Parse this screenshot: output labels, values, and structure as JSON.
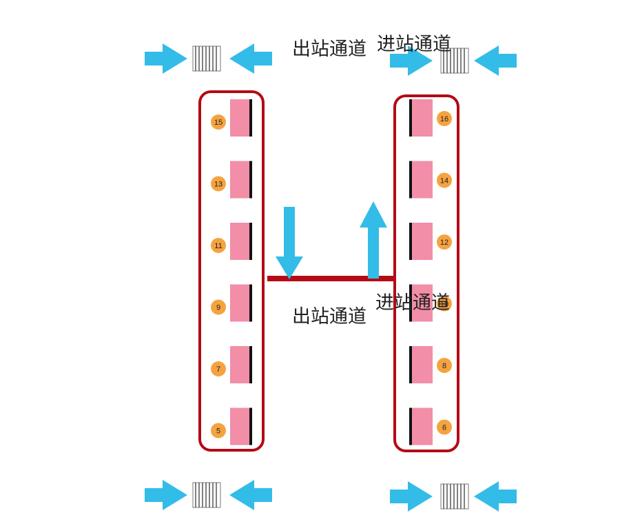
{
  "colors": {
    "arrow": "#33bce8",
    "frame": "#b40a16",
    "platform": "#f28ea7",
    "badge": "#f5a340",
    "gate": "#555555"
  },
  "labels": {
    "exit_top": "出站通道",
    "entry_top": "进站通道",
    "exit_mid": "出站通道",
    "entry_mid": "进站通道"
  },
  "left_platforms": [
    "15",
    "13",
    "11",
    "9",
    "7",
    "5"
  ],
  "right_platforms": [
    "16",
    "14",
    "12",
    "10",
    "8",
    "6"
  ],
  "icons": [
    "arrow-right-icon",
    "arrow-left-icon",
    "arrow-down-icon",
    "arrow-up-icon",
    "ticket-gate-icon"
  ]
}
